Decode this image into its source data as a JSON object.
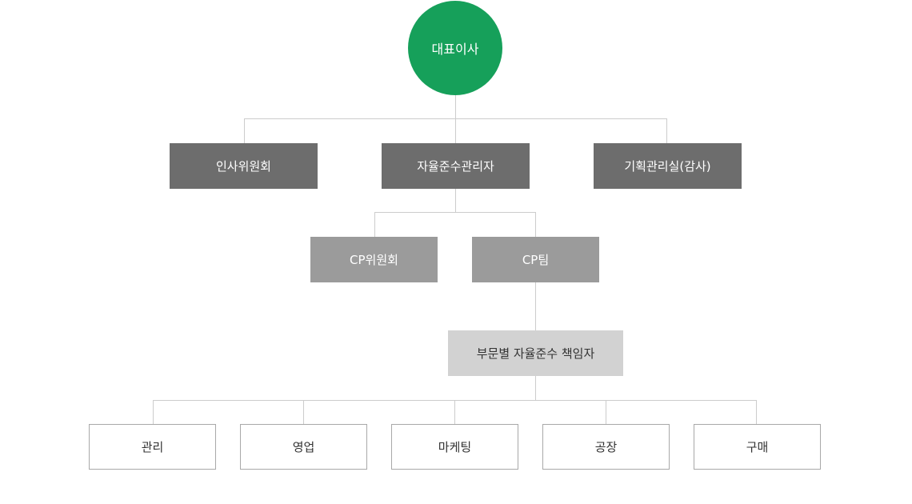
{
  "chart": {
    "ceo": "대표이사",
    "level1": [
      "인사위원회",
      "자율준수관리자",
      "기획관리실(감사)"
    ],
    "level2": [
      "CP위원회",
      "CP팀"
    ],
    "level3": "부문별 자율준수 책임자",
    "departments": [
      "관리",
      "영업",
      "마케팅",
      "공장",
      "구매"
    ],
    "colors": {
      "ceo": "#16a05a",
      "level1": "#6d6d6d",
      "level2": "#9b9b9b",
      "level3": "#d2d2d2",
      "department_border": "#a8a8a8",
      "connector": "#cccccc"
    }
  }
}
